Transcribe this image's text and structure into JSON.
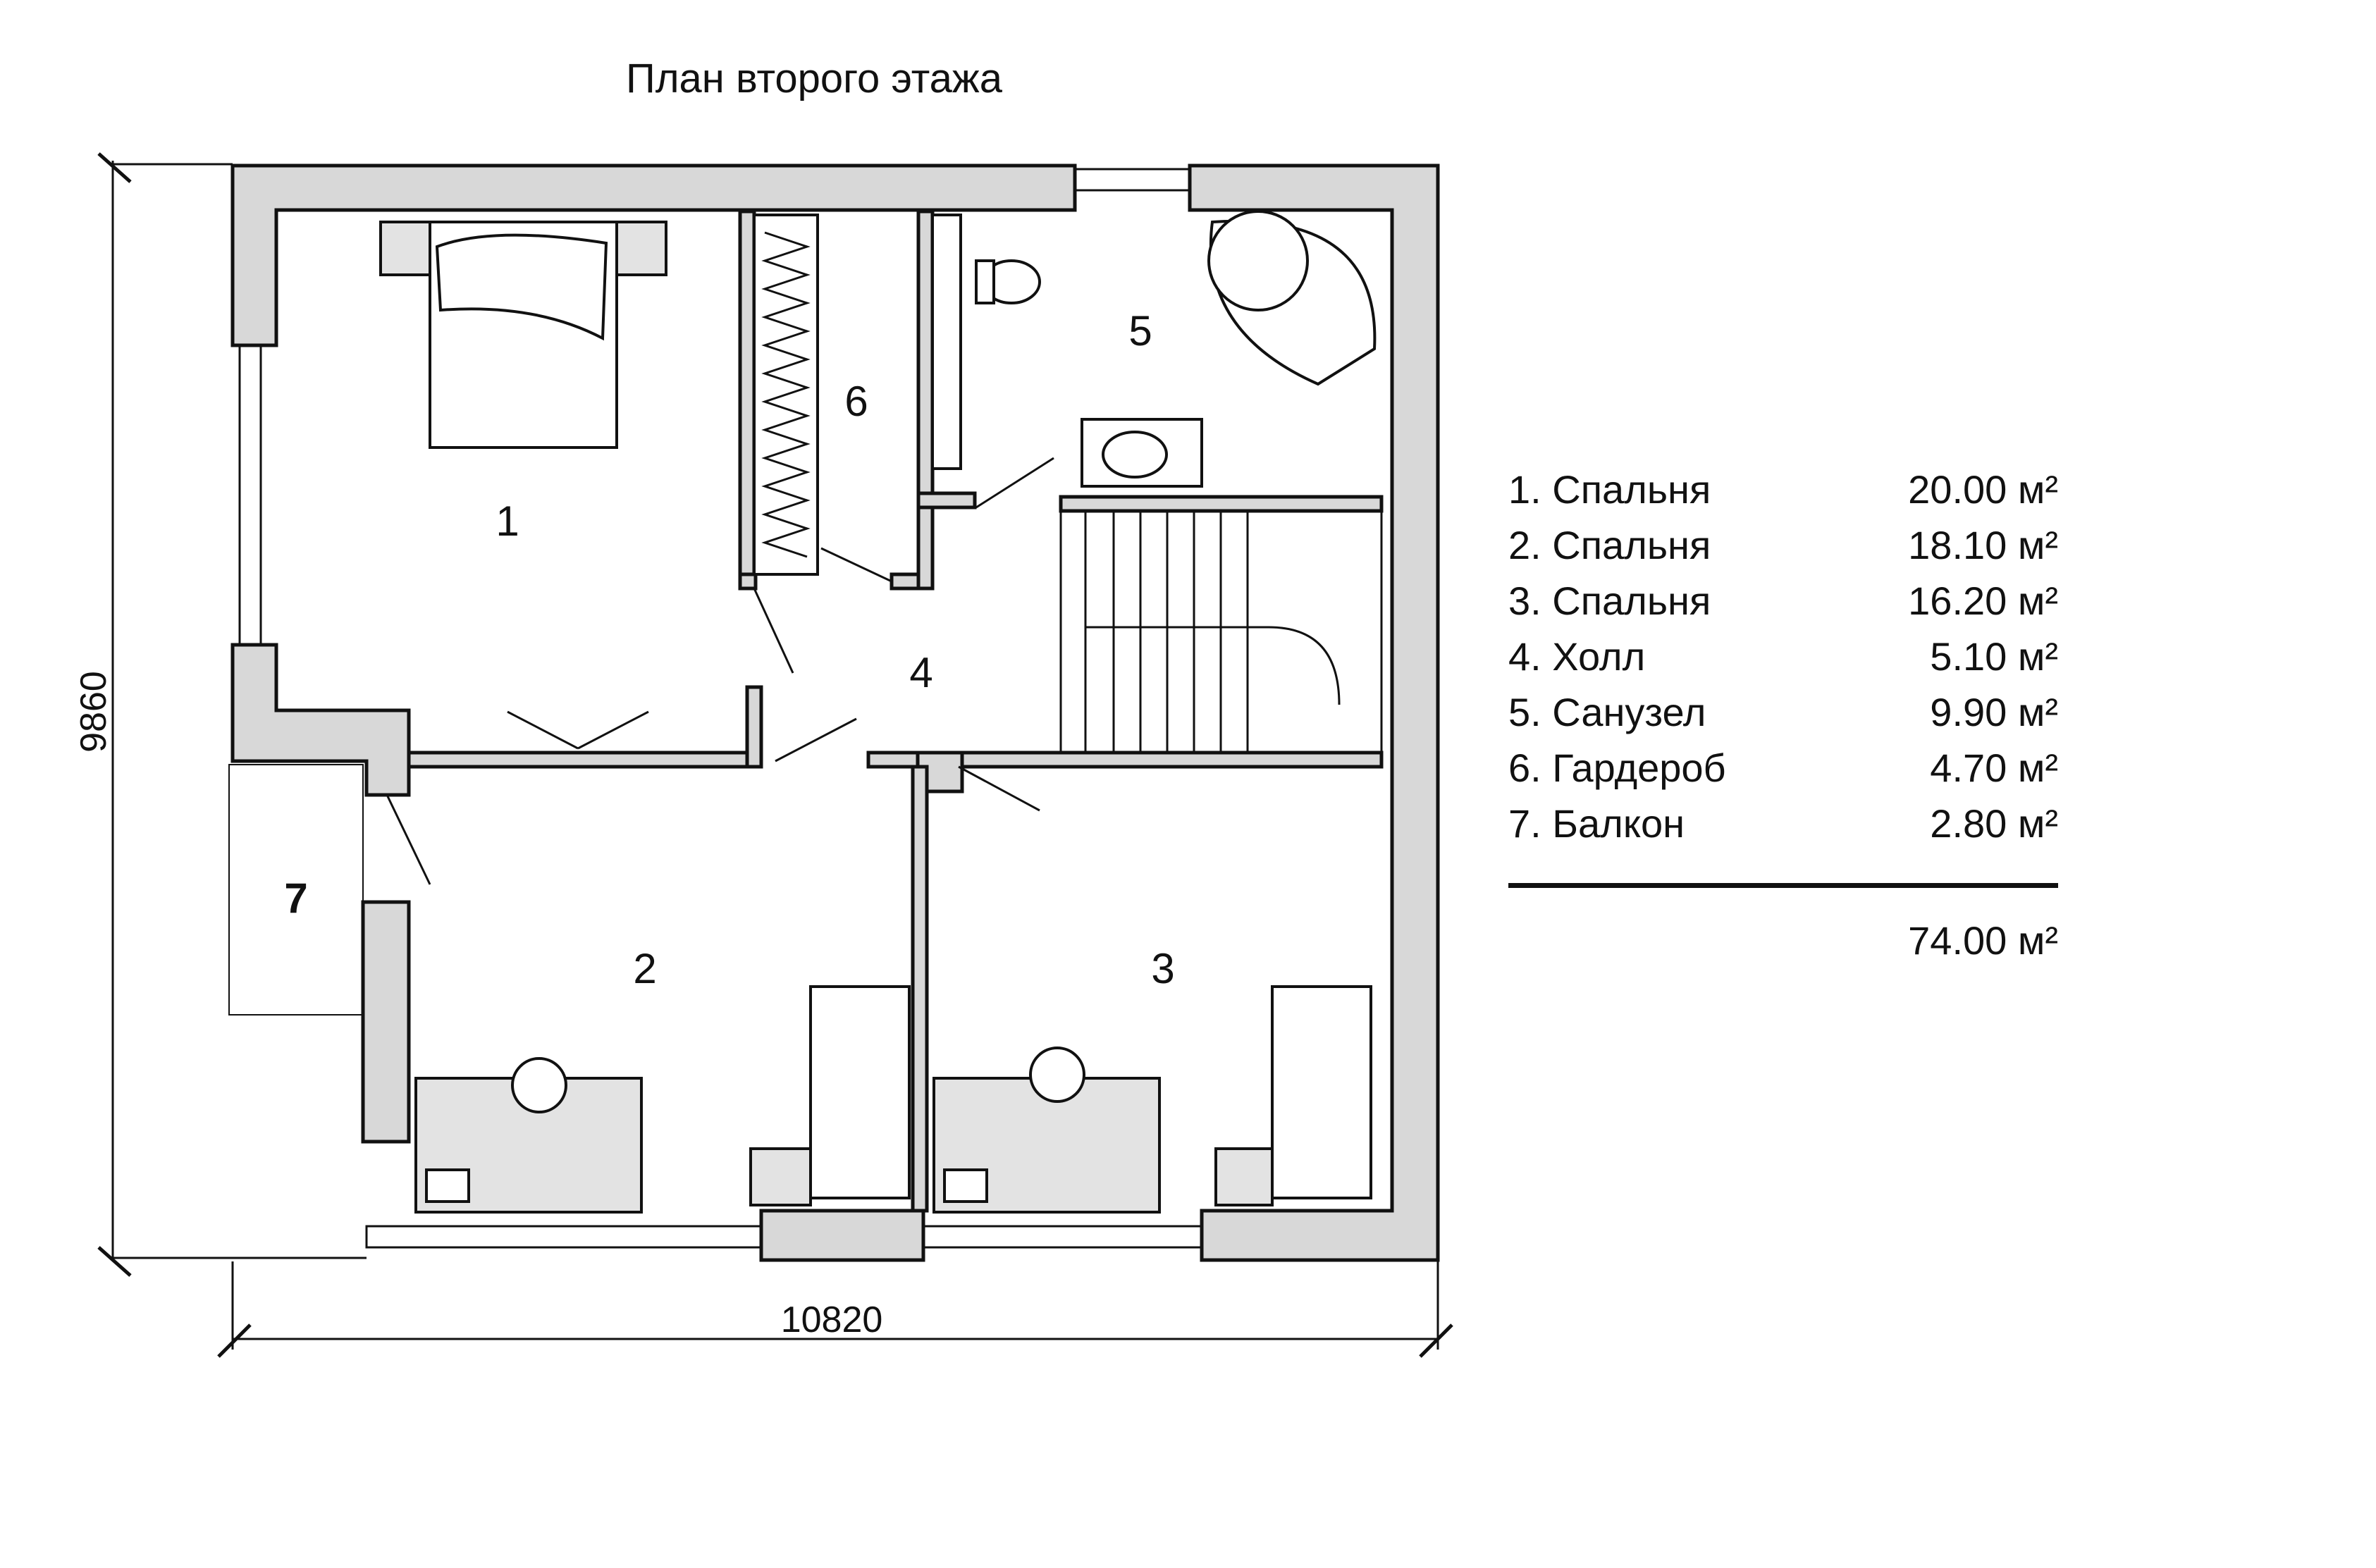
{
  "title": "План второго этажа",
  "dimensions": {
    "width": "10820",
    "height": "9860"
  },
  "room_numbers": [
    "1",
    "2",
    "3",
    "4",
    "5",
    "6",
    "7"
  ],
  "legend": [
    {
      "name": "1. Спальня",
      "area": "20.00 м²"
    },
    {
      "name": "2. Спальня",
      "area": "18.10 м²"
    },
    {
      "name": "3. Спальня",
      "area": "16.20 м²"
    },
    {
      "name": "4. Холл",
      "area": "5.10 м²"
    },
    {
      "name": "5. Санузел",
      "area": "9.90 м²"
    },
    {
      "name": "6. Гардероб",
      "area": "4.70 м²"
    },
    {
      "name": "7. Балкон",
      "area": "2.80 м²"
    }
  ],
  "total_area": "74.00 м²"
}
